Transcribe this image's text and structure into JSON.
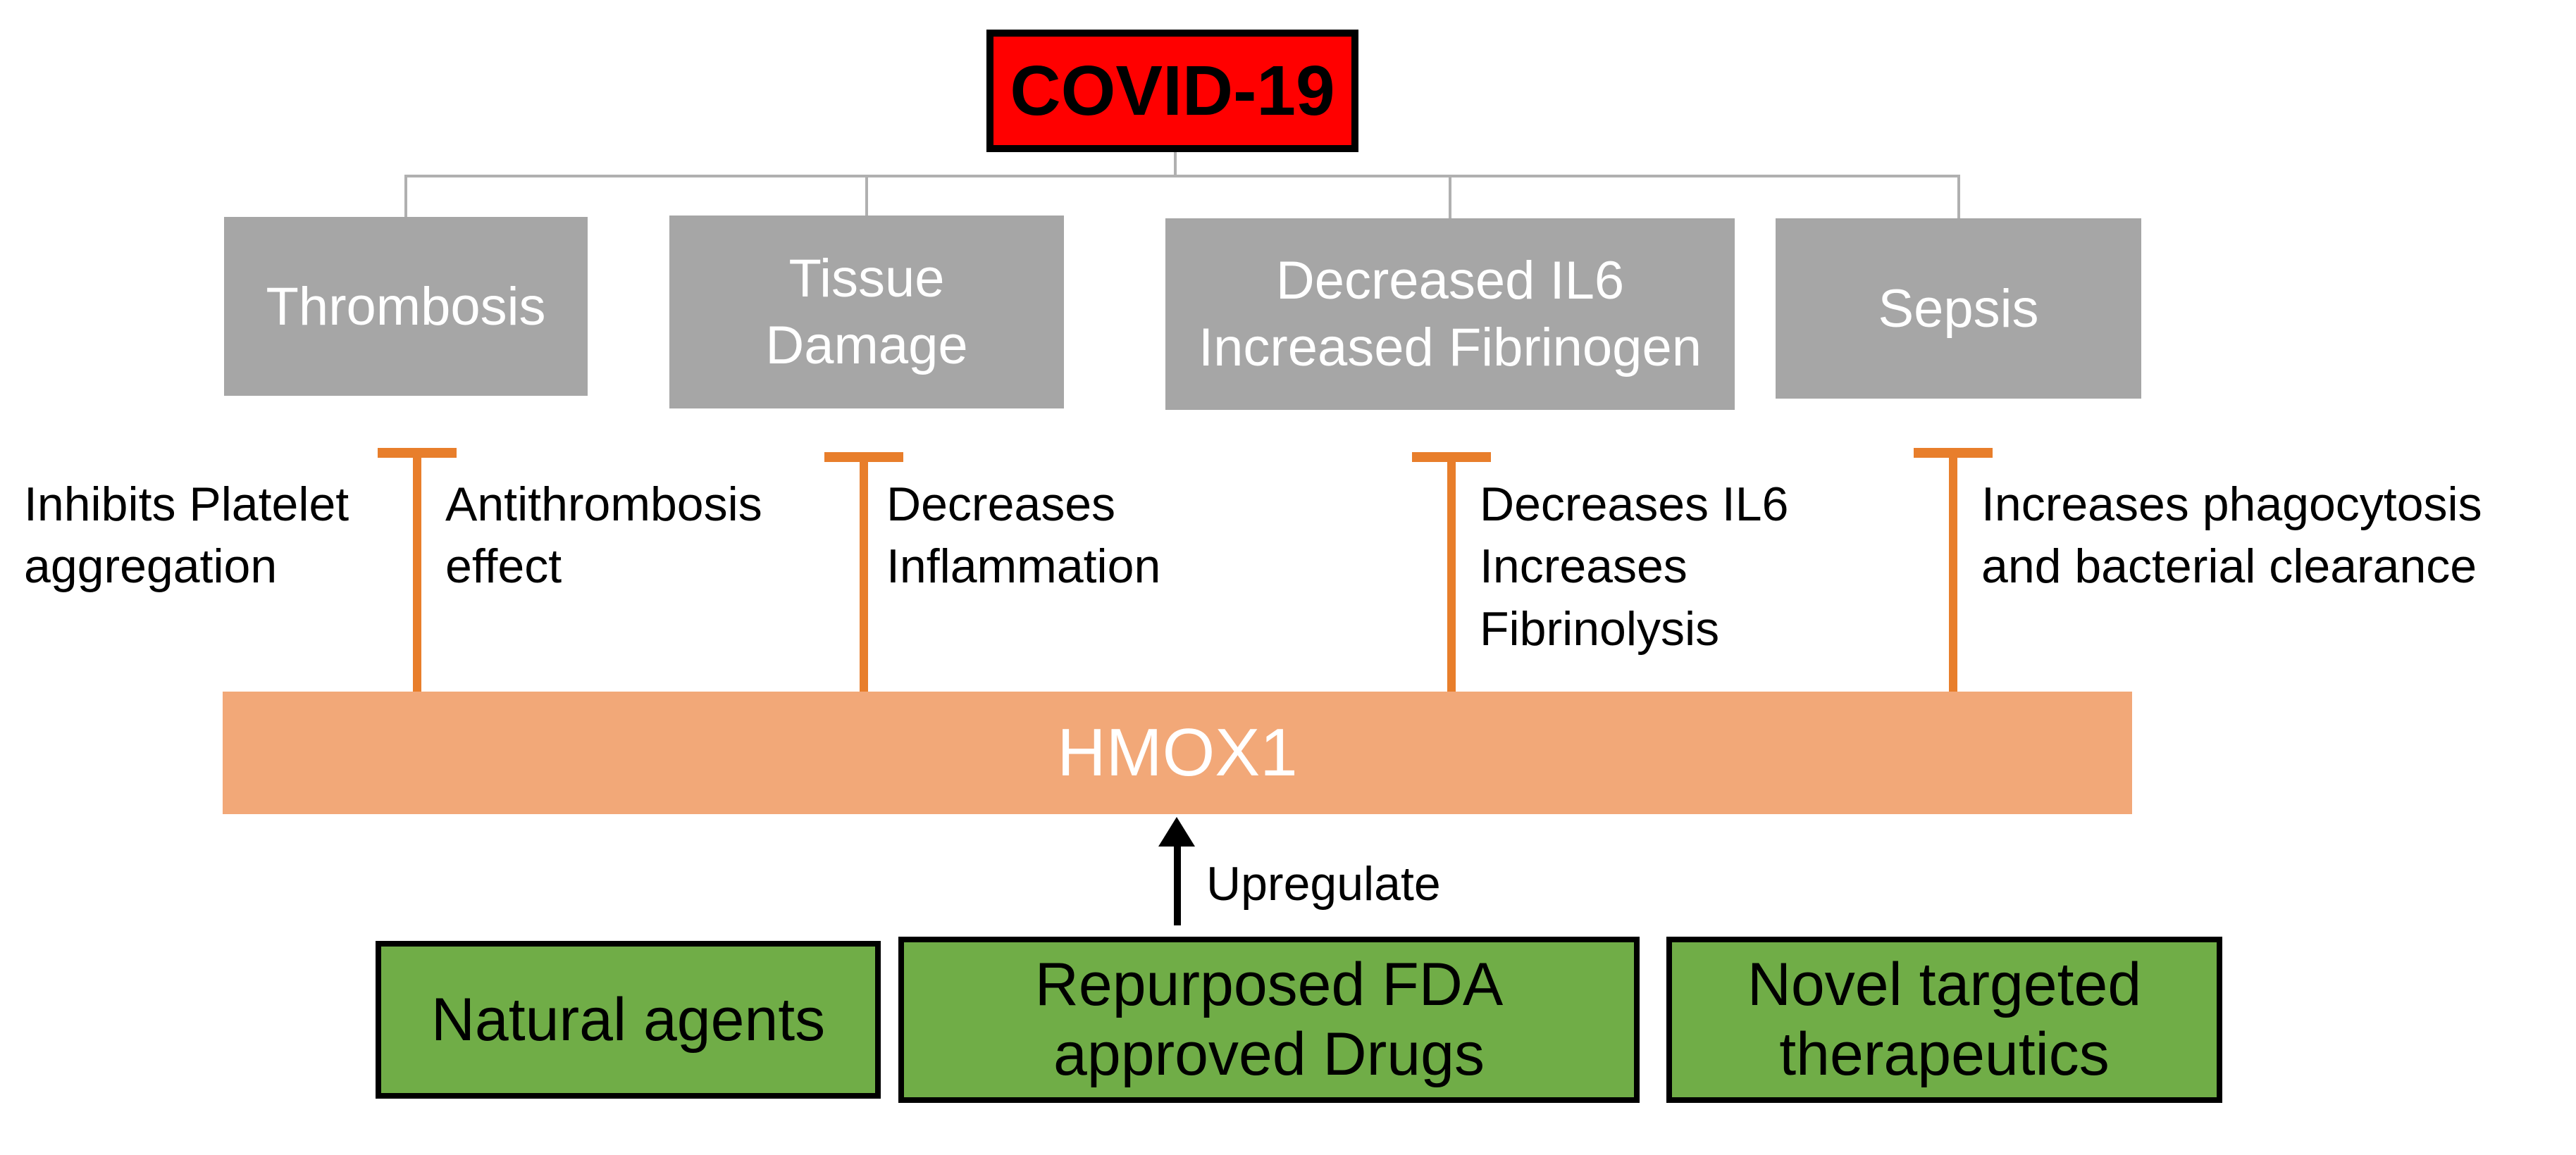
{
  "root_node": {
    "label": "COVID-19"
  },
  "outcomes": [
    {
      "label": "Thrombosis"
    },
    {
      "label": "Tissue\nDamage"
    },
    {
      "label": "Decreased IL6\nIncreased Fibrinogen"
    },
    {
      "label": "Sepsis"
    }
  ],
  "effects": [
    {
      "label": "Inhibits Platelet\naggregation"
    },
    {
      "label": "Antithrombosis\neffect"
    },
    {
      "label": "Decreases\nInflammation"
    },
    {
      "label": "Decreases IL6\nIncreases\nFibrinolysis"
    },
    {
      "label": "Increases phagocytosis\nand bacterial clearance"
    }
  ],
  "hub": {
    "label": "HMOX1"
  },
  "upregulate": {
    "label": "Upregulate"
  },
  "therapies": [
    {
      "label": "Natural agents"
    },
    {
      "label": "Repurposed FDA\napproved Drugs"
    },
    {
      "label": "Novel targeted\ntherapeutics"
    }
  ],
  "colors": {
    "root_bg": "#FF0000",
    "outcome_bg": "#A6A6A6",
    "outcome_text": "#FFFFFF",
    "inhibitor_orange": "#E87E2B",
    "hub_bg": "#F2A878",
    "hub_text": "#FFFFFF",
    "therapy_bg": "#70AD47",
    "tree_connector_gray": "#B0B0B0",
    "text_black": "#000000"
  }
}
